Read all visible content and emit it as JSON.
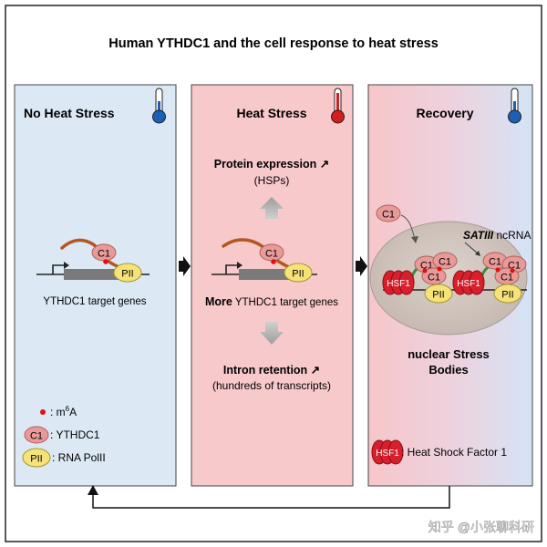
{
  "title": "Human YTHDC1 and the cell response to heat stress",
  "panels": {
    "no_stress": {
      "heading": "No Heat Stress",
      "gene_caption": "YTHDC1 target genes",
      "legend": {
        "m6a": ": m6A",
        "m6a_base": ": m",
        "m6a_sup": "6",
        "m6a_tail": "A",
        "c1": ": YTHDC1",
        "pii": ": RNA PolII"
      }
    },
    "heat_stress": {
      "heading": "Heat Stress",
      "protein_expression": "Protein expression ↗",
      "hsps": "(HSPs)",
      "more_bold": "More",
      "more_rest": " YTHDC1 target genes",
      "intron_retention": "Intron retention ↗",
      "intron_detail": "(hundreds of transcripts)"
    },
    "recovery": {
      "heading": "Recovery",
      "satiii": "SATIII",
      "ncrna": " ncRNA",
      "nsb_line1": "nuclear Stress",
      "nsb_line2": "Bodies",
      "hsf1_legend": ": Heat Shock Factor 1"
    }
  },
  "glyph_labels": {
    "c1": "C1",
    "pii": "PII",
    "hsf1": "HSF1"
  },
  "watermark": "知乎 @小张聊科研",
  "colors": {
    "panel_blue": "#dce9f5",
    "panel_red": "#f7c9cb",
    "c1_fill": "#e89a98",
    "pii_fill": "#f5e37a",
    "hsf1_fill": "#d8202c",
    "rna_orange": "#b5561e",
    "nucleus_fill": "#cfc3bd"
  }
}
